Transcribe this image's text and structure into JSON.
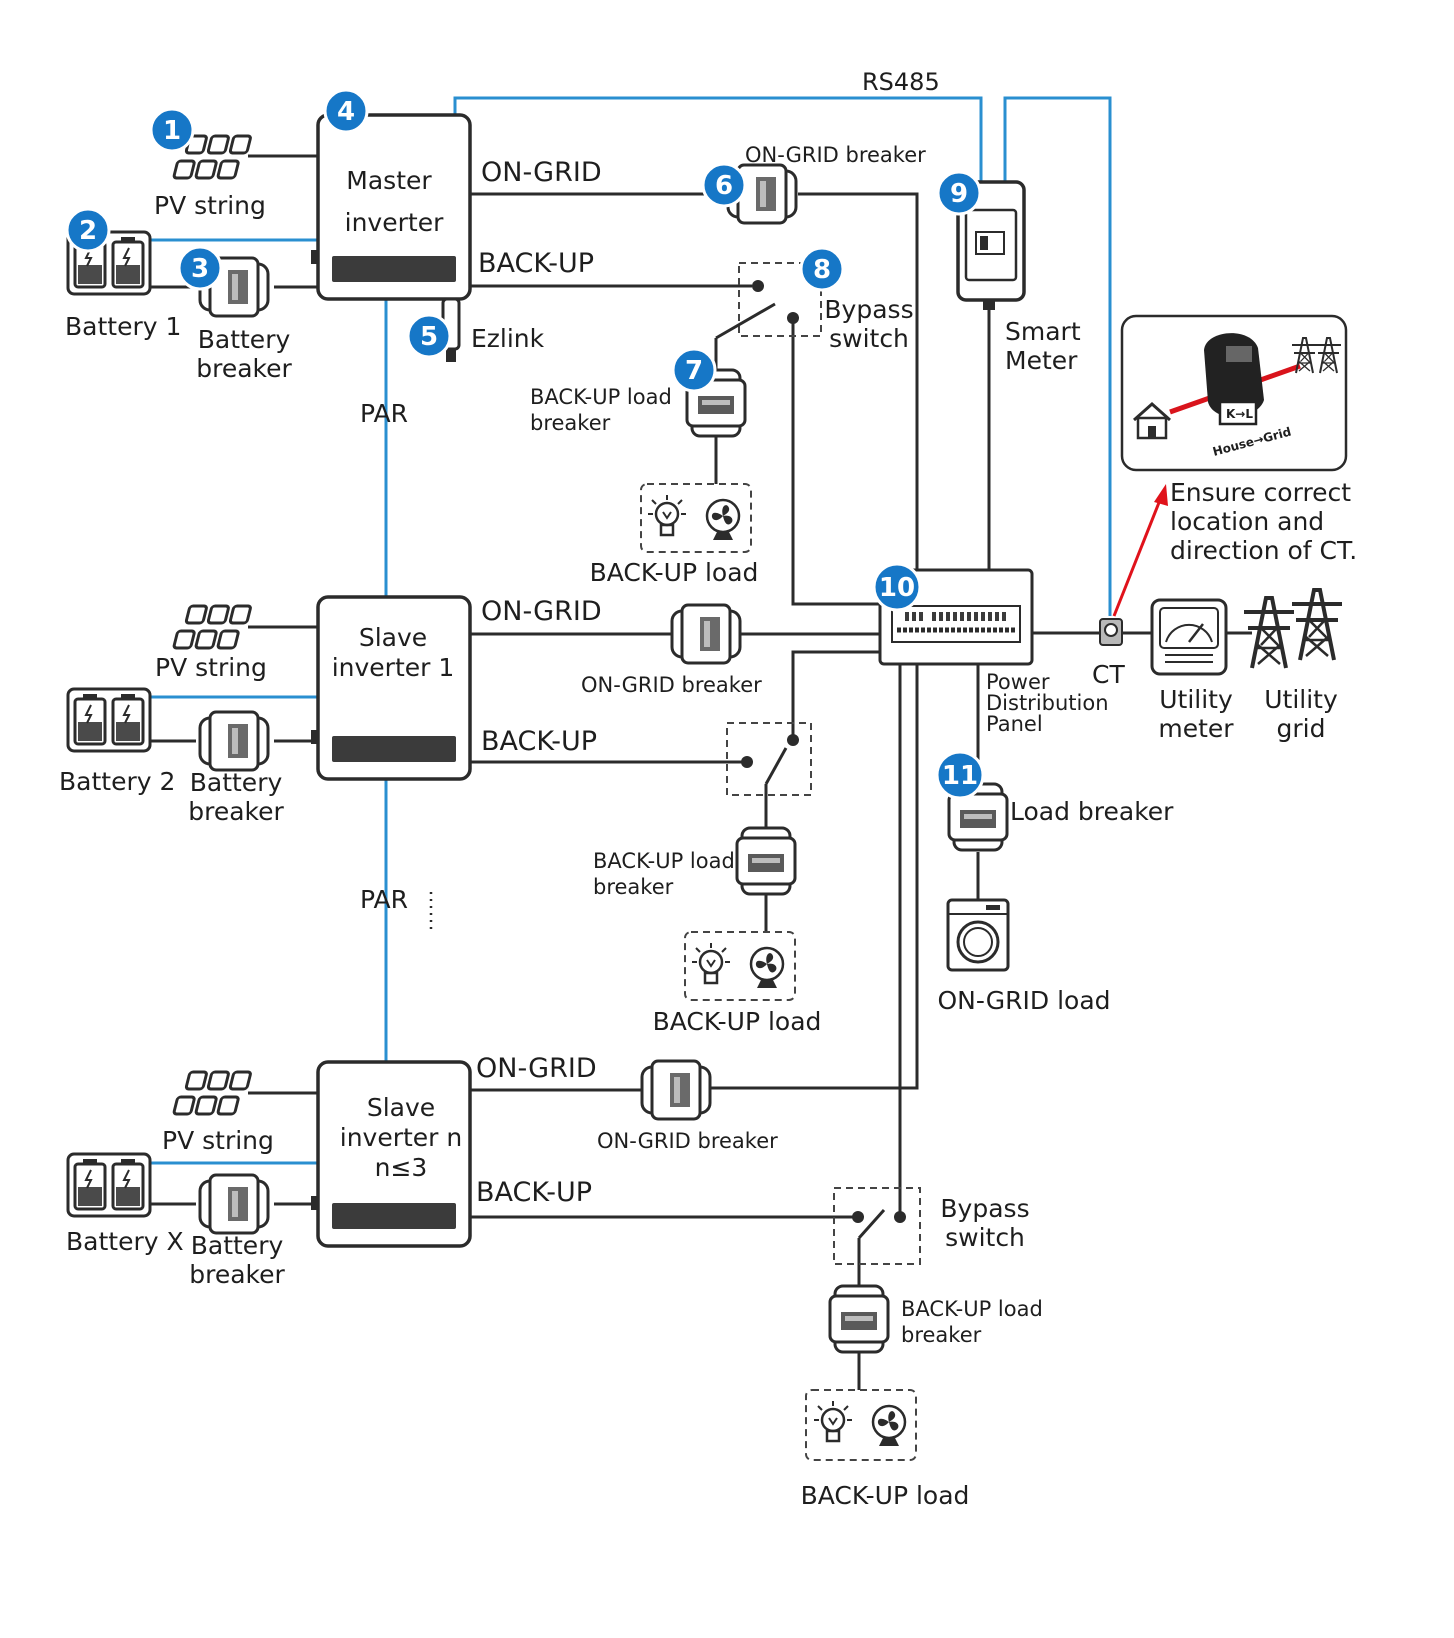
{
  "labels": {
    "rs485": "RS485",
    "pv_string_1": "PV string",
    "pv_string_2": "PV string",
    "pv_string_3": "PV string",
    "battery_1": "Battery 1",
    "battery_2": "Battery 2",
    "battery_x": "Battery X",
    "battery_breaker_1": [
      "Battery",
      "breaker"
    ],
    "battery_breaker_2": [
      "Battery",
      "breaker"
    ],
    "battery_breaker_3": [
      "Battery",
      "breaker"
    ],
    "master_inverter": [
      "Master",
      "inverter"
    ],
    "slave_inverter_1": [
      "Slave",
      "inverter 1"
    ],
    "slave_inverter_n": [
      "Slave",
      "inverter n",
      "n≤3"
    ],
    "ezlink": "Ezlink",
    "par_1": "PAR",
    "par_2": "PAR",
    "on_grid_1": "ON-GRID",
    "on_grid_2": "ON-GRID",
    "on_grid_3": "ON-GRID",
    "back_up_1": "BACK-UP",
    "back_up_2": "BACK-UP",
    "back_up_3": "BACK-UP",
    "on_grid_breaker_1": "ON-GRID breaker",
    "on_grid_breaker_2": "ON-GRID breaker",
    "on_grid_breaker_3": "ON-GRID breaker",
    "bypass_switch_1": [
      "Bypass",
      "switch"
    ],
    "bypass_switch_3": [
      "Bypass",
      "switch"
    ],
    "backup_load_breaker_1": [
      "BACK-UP load",
      "breaker"
    ],
    "backup_load_breaker_2": [
      "BACK-UP load",
      "breaker"
    ],
    "backup_load_breaker_3": [
      "BACK-UP load",
      "breaker"
    ],
    "backup_load_1": "BACK-UP load",
    "backup_load_2": "BACK-UP load",
    "backup_load_3": "BACK-UP load",
    "smart_meter": [
      "Smart",
      "Meter"
    ],
    "power_distribution_panel": [
      "Power",
      "Distribution",
      "Panel"
    ],
    "ct": "CT",
    "utility_meter": [
      "Utility",
      "meter"
    ],
    "utility_grid": [
      "Utility",
      "grid"
    ],
    "load_breaker": "Load breaker",
    "on_grid_load": "ON-GRID load",
    "ct_note": [
      "Ensure correct",
      "location and",
      "direction of CT."
    ],
    "ct_inset_kl": "K→L",
    "ct_inset_direction": "House→Grid"
  },
  "badges": [
    "1",
    "2",
    "3",
    "4",
    "5",
    "6",
    "7",
    "8",
    "9",
    "10",
    "11"
  ],
  "colors": {
    "comm_line": "#2a8fd0",
    "badge": "#1677c7",
    "power_line": "#2b2b2b",
    "ct_arrow": "#e0121b"
  },
  "icons": [
    "solar-panel-icon",
    "battery-icon",
    "breaker-icon",
    "inverter-icon",
    "ezlink-dongle-icon",
    "bypass-switch-icon",
    "smart-meter-icon",
    "distribution-panel-icon",
    "ct-clamp-icon",
    "utility-meter-icon",
    "transmission-tower-icon",
    "house-icon",
    "bulb-icon",
    "fan-icon",
    "washing-machine-icon"
  ]
}
